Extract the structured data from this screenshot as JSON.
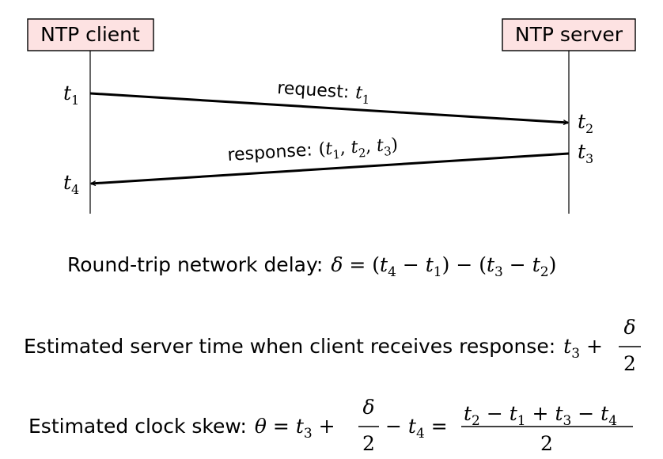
{
  "client": {
    "label": "NTP client"
  },
  "server": {
    "label": "NTP server"
  },
  "request": {
    "label": "request:"
  },
  "response": {
    "label": "response:"
  },
  "delay": {
    "label": "Round-trip network delay:"
  },
  "estimate": {
    "label": "Estimated server time when client receives response:"
  },
  "skew": {
    "label": "Estimated clock skew:"
  },
  "colors": {
    "box_fill": "#fde2e2"
  }
}
